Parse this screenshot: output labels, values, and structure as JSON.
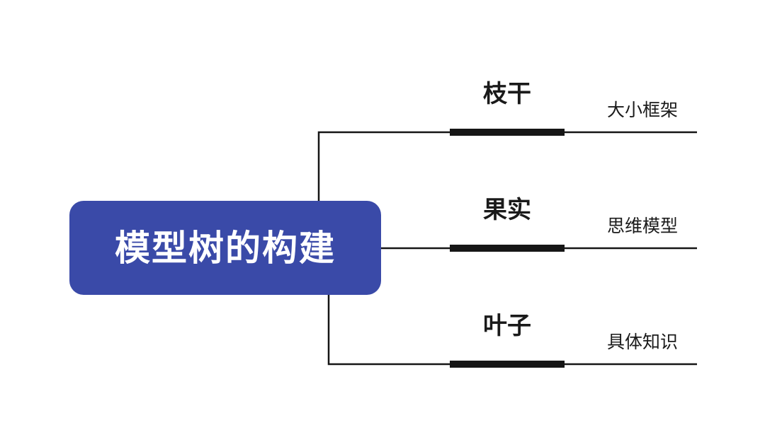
{
  "root": {
    "label": "模型树的构建"
  },
  "branches": [
    {
      "label": "枝干",
      "sublabel": "大小框架"
    },
    {
      "label": "果实",
      "sublabel": "思维模型"
    },
    {
      "label": "叶子",
      "sublabel": "具体知识"
    }
  ],
  "colors": {
    "root_bg": "#3A4AA8",
    "root_text": "#FFFFFF",
    "line": "#161616",
    "text": "#1A1A1A",
    "background": "#FFFFFF"
  }
}
